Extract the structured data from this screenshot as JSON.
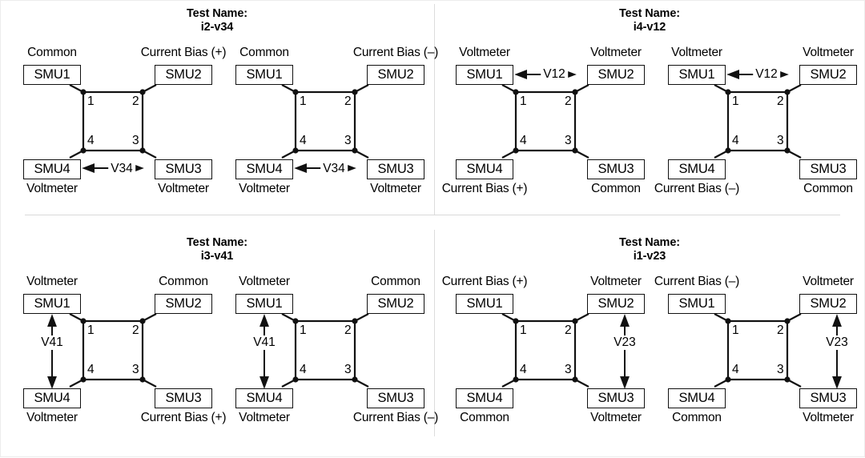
{
  "figure": {
    "kind": "van-der-pauw-smu-configuration-diagram",
    "labels": {
      "test_name_prefix": "Test Name:",
      "node_numbers": [
        "1",
        "2",
        "3",
        "4"
      ],
      "smu_names": [
        "SMU1",
        "SMU2",
        "SMU3",
        "SMU4"
      ],
      "role_common": "Common",
      "role_voltmeter": "Voltmeter",
      "role_bias_plus": "Current Bias (+)",
      "role_bias_minus": "Current Bias (–)"
    },
    "colors": {
      "background": "#ffffff",
      "ink": "#111111",
      "divider": "#d9d9d9",
      "border": "#ececec"
    }
  },
  "panels": [
    {
      "id": "i2-v34",
      "position": "top-left",
      "title_line1": "Test Name:",
      "title_line2": "i2-v34",
      "diagrams": [
        {
          "id": "i2-v34-pos",
          "polarity": "+",
          "measurement": "V34",
          "measurement_orientation": "horizontal-bottom",
          "smu1": {
            "name": "SMU1",
            "role": "Common",
            "role_position": "above"
          },
          "smu2": {
            "name": "SMU2",
            "role": "Current Bias (+)",
            "role_position": "above"
          },
          "smu3": {
            "name": "SMU3",
            "role": "Voltmeter",
            "role_position": "below"
          },
          "smu4": {
            "name": "SMU4",
            "role": "Voltmeter",
            "role_position": "below"
          }
        },
        {
          "id": "i2-v34-neg",
          "polarity": "–",
          "measurement": "V34",
          "measurement_orientation": "horizontal-bottom",
          "smu1": {
            "name": "SMU1",
            "role": "Common",
            "role_position": "above"
          },
          "smu2": {
            "name": "SMU2",
            "role": "Current Bias (–)",
            "role_position": "above"
          },
          "smu3": {
            "name": "SMU3",
            "role": "Voltmeter",
            "role_position": "below"
          },
          "smu4": {
            "name": "SMU4",
            "role": "Voltmeter",
            "role_position": "below"
          }
        }
      ]
    },
    {
      "id": "i4-v12",
      "position": "top-right",
      "title_line1": "Test Name:",
      "title_line2": "i4-v12",
      "diagrams": [
        {
          "id": "i4-v12-pos",
          "polarity": "+",
          "measurement": "V12",
          "measurement_orientation": "horizontal-top",
          "smu1": {
            "name": "SMU1",
            "role": "Voltmeter",
            "role_position": "above"
          },
          "smu2": {
            "name": "SMU2",
            "role": "Voltmeter",
            "role_position": "above"
          },
          "smu3": {
            "name": "SMU3",
            "role": "Common",
            "role_position": "below"
          },
          "smu4": {
            "name": "SMU4",
            "role": "Current Bias (+)",
            "role_position": "below"
          }
        },
        {
          "id": "i4-v12-neg",
          "polarity": "–",
          "measurement": "V12",
          "measurement_orientation": "horizontal-top",
          "smu1": {
            "name": "SMU1",
            "role": "Voltmeter",
            "role_position": "above"
          },
          "smu2": {
            "name": "SMU2",
            "role": "Voltmeter",
            "role_position": "above"
          },
          "smu3": {
            "name": "SMU3",
            "role": "Common",
            "role_position": "below"
          },
          "smu4": {
            "name": "SMU4",
            "role": "Current Bias (–)",
            "role_position": "below"
          }
        }
      ]
    },
    {
      "id": "i3-v41",
      "position": "bottom-left",
      "title_line1": "Test Name:",
      "title_line2": "i3-v41",
      "diagrams": [
        {
          "id": "i3-v41-pos",
          "polarity": "+",
          "measurement": "V41",
          "measurement_orientation": "vertical-left",
          "smu1": {
            "name": "SMU1",
            "role": "Voltmeter",
            "role_position": "above"
          },
          "smu2": {
            "name": "SMU2",
            "role": "Common",
            "role_position": "above"
          },
          "smu3": {
            "name": "SMU3",
            "role": "Current Bias (+)",
            "role_position": "below"
          },
          "smu4": {
            "name": "SMU4",
            "role": "Voltmeter",
            "role_position": "below"
          }
        },
        {
          "id": "i3-v41-neg",
          "polarity": "–",
          "measurement": "V41",
          "measurement_orientation": "vertical-left",
          "smu1": {
            "name": "SMU1",
            "role": "Voltmeter",
            "role_position": "above"
          },
          "smu2": {
            "name": "SMU2",
            "role": "Common",
            "role_position": "above"
          },
          "smu3": {
            "name": "SMU3",
            "role": "Current Bias (–)",
            "role_position": "below"
          },
          "smu4": {
            "name": "SMU4",
            "role": "Voltmeter",
            "role_position": "below"
          }
        }
      ]
    },
    {
      "id": "i1-v23",
      "position": "bottom-right",
      "title_line1": "Test Name:",
      "title_line2": "i1-v23",
      "diagrams": [
        {
          "id": "i1-v23-pos",
          "polarity": "+",
          "measurement": "V23",
          "measurement_orientation": "vertical-right",
          "smu1": {
            "name": "SMU1",
            "role": "Current Bias (+)",
            "role_position": "above"
          },
          "smu2": {
            "name": "SMU2",
            "role": "Voltmeter",
            "role_position": "above"
          },
          "smu3": {
            "name": "SMU3",
            "role": "Voltmeter",
            "role_position": "below"
          },
          "smu4": {
            "name": "SMU4",
            "role": "Common",
            "role_position": "below"
          }
        },
        {
          "id": "i1-v23-neg",
          "polarity": "–",
          "measurement": "V23",
          "measurement_orientation": "vertical-right",
          "smu1": {
            "name": "SMU1",
            "role": "Current Bias (–)",
            "role_position": "above"
          },
          "smu2": {
            "name": "SMU2",
            "role": "Voltmeter",
            "role_position": "above"
          },
          "smu3": {
            "name": "SMU3",
            "role": "Voltmeter",
            "role_position": "below"
          },
          "smu4": {
            "name": "SMU4",
            "role": "Common",
            "role_position": "below"
          }
        }
      ]
    }
  ]
}
